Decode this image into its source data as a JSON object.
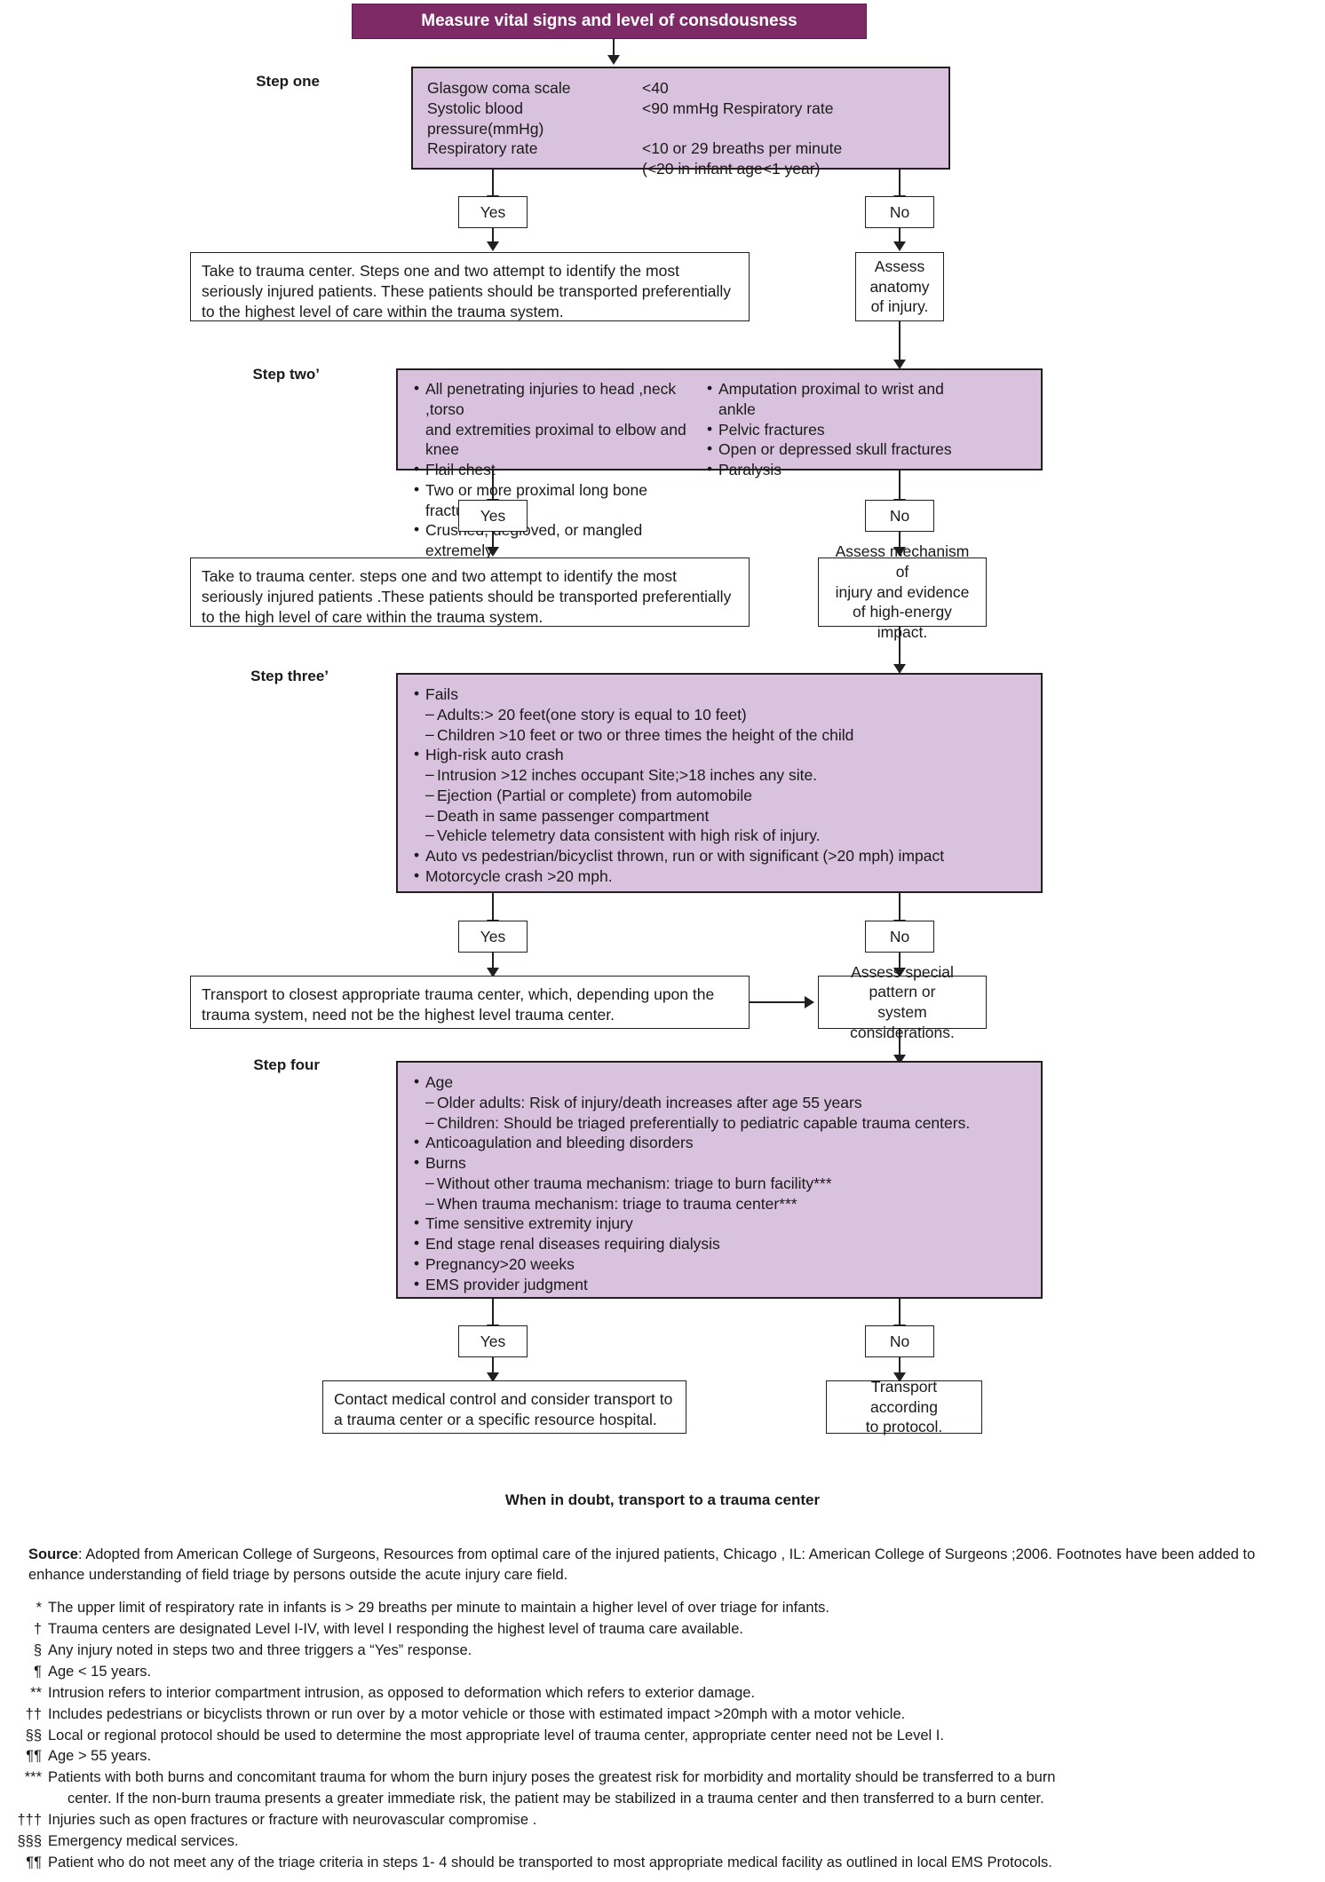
{
  "title_bar": {
    "text": "Measure vital signs and level of consdousness"
  },
  "step_labels": {
    "one": "Step one",
    "two": "Step two’",
    "three": "Step three’",
    "four": "Step four"
  },
  "decisions": {
    "yes": "Yes",
    "no": "No"
  },
  "step_one": {
    "rows": [
      {
        "criterion": "Glasgow coma scale",
        "value": "<40"
      },
      {
        "criterion": "Systolic blood pressure(mmHg)",
        "value": "<90 mmHg Respiratory rate"
      },
      {
        "criterion": "Respiratory rate",
        "value": "<10 or 29 breaths per minute"
      },
      {
        "criterion": "",
        "value": "(<20 in infant age<1 year)"
      }
    ]
  },
  "step_one_yes_box": {
    "text": "Take to trauma center. Steps one and two attempt to identify the most seriously injured patients. These patients should be transported preferentially to the highest level of care within the trauma system."
  },
  "step_one_no_box": {
    "lines": [
      "Assess",
      "anatomy",
      "of injury."
    ]
  },
  "step_two": {
    "column_left": [
      {
        "type": "bullet",
        "text": "All penetrating injuries to head ,neck ,torso"
      },
      {
        "type": "cont",
        "text": "and extremities proximal to elbow and knee"
      },
      {
        "type": "bullet",
        "text": "Flail chest"
      },
      {
        "type": "bullet",
        "text": "Two or more proximal long bone fractures"
      },
      {
        "type": "bullet",
        "text": "Crushed, degloved, or mangled extremely"
      }
    ],
    "column_right": [
      {
        "type": "bullet",
        "text": "Amputation proximal to wrist and ankle"
      },
      {
        "type": "bullet",
        "text": "Pelvic fractures"
      },
      {
        "type": "bullet",
        "text": "Open or depressed skull fractures"
      },
      {
        "type": "bullet",
        "text": "Paralysis"
      }
    ]
  },
  "step_two_yes_box": {
    "text": "Take to trauma center. steps one and two attempt to identify the most seriously injured patients .These patients should be transported preferentially to the high level of care within the trauma system."
  },
  "step_two_no_box": {
    "lines": [
      "Assess mechanism of",
      "injury and evidence",
      "of high-energy impact."
    ]
  },
  "step_three": {
    "items": [
      {
        "type": "bullet",
        "text": "Fails"
      },
      {
        "type": "dash",
        "text": "Adults:> 20 feet(one story is equal to 10 feet)"
      },
      {
        "type": "dash",
        "text": "Children >10 feet or two or three times the height of the child"
      },
      {
        "type": "bullet",
        "text": "High-risk auto crash"
      },
      {
        "type": "dash",
        "text": "Intrusion >12 inches occupant Site;>18 inches any site."
      },
      {
        "type": "dash",
        "text": "Ejection (Partial or complete) from automobile"
      },
      {
        "type": "dash",
        "text": "Death in same passenger compartment"
      },
      {
        "type": "dash",
        "text": "Vehicle telemetry data consistent with high risk of injury."
      },
      {
        "type": "bullet",
        "text": "Auto vs pedestrian/bicyclist thrown, run or with significant (>20 mph) impact"
      },
      {
        "type": "bullet",
        "text": "Motorcycle crash >20 mph."
      }
    ]
  },
  "step_three_yes_box": {
    "text": "Transport to closest appropriate trauma center, which, depending upon the trauma system, need not be the highest level trauma center."
  },
  "step_three_no_box": {
    "lines": [
      "Assess special pattern or",
      "system considerations."
    ]
  },
  "step_four": {
    "items": [
      {
        "type": "bullet",
        "text": "Age"
      },
      {
        "type": "dash",
        "text": "Older adults: Risk of injury/death increases after age 55 years"
      },
      {
        "type": "dash",
        "text": "Children: Should be triaged preferentially to pediatric capable trauma centers."
      },
      {
        "type": "bullet",
        "text": "Anticoagulation and bleeding disorders"
      },
      {
        "type": "bullet",
        "text": "Burns"
      },
      {
        "type": "dash",
        "text": "Without other trauma mechanism: triage to burn facility***"
      },
      {
        "type": "dash",
        "text": "When trauma mechanism: triage to trauma center***"
      },
      {
        "type": "bullet",
        "text": "Time sensitive extremity  injury"
      },
      {
        "type": "bullet",
        "text": "End stage renal diseases requiring dialysis"
      },
      {
        "type": "bullet",
        "text": "Pregnancy>20 weeks"
      },
      {
        "type": "bullet",
        "text": "EMS provider judgment"
      }
    ]
  },
  "step_four_yes_box": {
    "lines": [
      "Contact medical control and consider transport to",
      "a trauma center or a specific resource hospital."
    ]
  },
  "step_four_no_box": {
    "lines": [
      "Transport according",
      "to protocol."
    ]
  },
  "closing": {
    "text": "When in doubt, transport to a trauma center"
  },
  "source": {
    "label": "Source",
    "text": ": Adopted from American College of Surgeons, Resources from optimal care of the injured patients, Chicago , IL: American College of Surgeons ;2006. Footnotes have been added to enhance understanding of field triage by persons outside the acute injury care field."
  },
  "footnotes": [
    {
      "mark": "*",
      "text": "The upper limit of respiratory rate in infants is > 29 breaths per minute to maintain a higher level of  over triage for infants.",
      "cont": ""
    },
    {
      "mark": "†",
      "text": "Trauma centers are designated Level I-IV, with level I responding the highest level of trauma  care available.",
      "cont": ""
    },
    {
      "mark": "§",
      "text": "Any injury noted in steps two and three triggers a “Yes” response.",
      "cont": ""
    },
    {
      "mark": "¶",
      "text": "Age < 15 years.",
      "cont": ""
    },
    {
      "mark": "**",
      "text": "Intrusion refers to interior compartment intrusion, as opposed to deformation which refers to exterior damage.",
      "cont": ""
    },
    {
      "mark": "††",
      "text": "Includes pedestrians or bicyclists thrown or run over by a motor vehicle or those with estimated impact >20mph with a motor vehicle.",
      "cont": ""
    },
    {
      "mark": "§§",
      "text": "Local or regional protocol should be used to determine the most appropriate level of trauma center, appropriate center need not be Level I.",
      "cont": ""
    },
    {
      "mark": "¶¶",
      "text": "Age > 55 years.",
      "cont": ""
    },
    {
      "mark": "***",
      "text": "Patients with both burns and concomitant trauma for whom the burn injury poses the greatest risk for morbidity and mortality should be transferred to a burn",
      "cont": "center. If the non-burn trauma  presents a greater immediate risk, the patient may be stabilized in a trauma center  and then transferred to a burn center."
    },
    {
      "mark": "†††",
      "text": "Injuries such as open fractures or fracture with neurovascular compromise .",
      "cont": ""
    },
    {
      "mark": "§§§",
      "text": "Emergency medical services.",
      "cont": ""
    },
    {
      "mark": "¶¶",
      "text": "Patient who do not meet any of the triage criteria in steps 1- 4 should be transported  to most appropriate medical facility as outlined in local EMS Protocols.",
      "cont": ""
    }
  ],
  "colors": {
    "header_purple": "#7d2a66",
    "criteria_purple": "#d9c2dd",
    "outline": "#231f20"
  }
}
